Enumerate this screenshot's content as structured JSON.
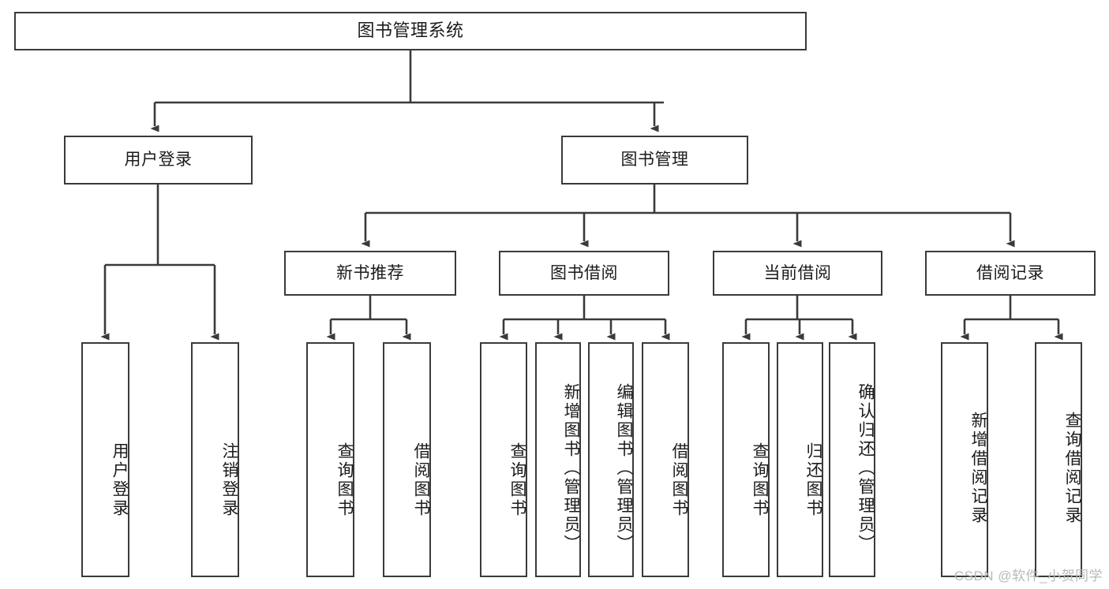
{
  "diagram": {
    "title": "图书管理系统",
    "watermark": "CSDN @软件_小贺同学",
    "style": {
      "border_color": "#3a3a3a",
      "text_color": "#1b1b1b",
      "background": "#ffffff",
      "watermark_color": "#b9b9b9"
    },
    "nodes": {
      "root": "图书管理系统",
      "level2": [
        "用户登录",
        "图书管理"
      ],
      "level3": [
        "新书推荐",
        "图书借阅",
        "当前借阅",
        "借阅记录"
      ],
      "leaves_user_login": [
        "用户登录",
        "注销登录"
      ],
      "leaves_new_book": [
        "查询图书",
        "借阅图书"
      ],
      "leaves_borrow": [
        "查询图书",
        "新增图书（管理员）",
        "编辑图书（管理员）",
        "借阅图书"
      ],
      "leaves_current": [
        "查询图书",
        "归还图书",
        "确认归还（管理员）"
      ],
      "leaves_record": [
        "新增借阅记录",
        "查询借阅记录"
      ]
    },
    "edges": [
      {
        "from": "图书管理系统",
        "to": "用户登录"
      },
      {
        "from": "图书管理系统",
        "to": "图书管理"
      },
      {
        "from": "用户登录",
        "to": "用户登录"
      },
      {
        "from": "用户登录",
        "to": "注销登录"
      },
      {
        "from": "图书管理",
        "to": "新书推荐"
      },
      {
        "from": "图书管理",
        "to": "图书借阅"
      },
      {
        "from": "图书管理",
        "to": "当前借阅"
      },
      {
        "from": "图书管理",
        "to": "借阅记录"
      },
      {
        "from": "新书推荐",
        "to": "查询图书"
      },
      {
        "from": "新书推荐",
        "to": "借阅图书"
      },
      {
        "from": "图书借阅",
        "to": "查询图书"
      },
      {
        "from": "图书借阅",
        "to": "新增图书（管理员）"
      },
      {
        "from": "图书借阅",
        "to": "编辑图书（管理员）"
      },
      {
        "from": "图书借阅",
        "to": "借阅图书"
      },
      {
        "from": "当前借阅",
        "to": "查询图书"
      },
      {
        "from": "当前借阅",
        "to": "归还图书"
      },
      {
        "from": "当前借阅",
        "to": "确认归还（管理员）"
      },
      {
        "from": "借阅记录",
        "to": "新增借阅记录"
      },
      {
        "from": "借阅记录",
        "to": "查询借阅记录"
      }
    ]
  }
}
